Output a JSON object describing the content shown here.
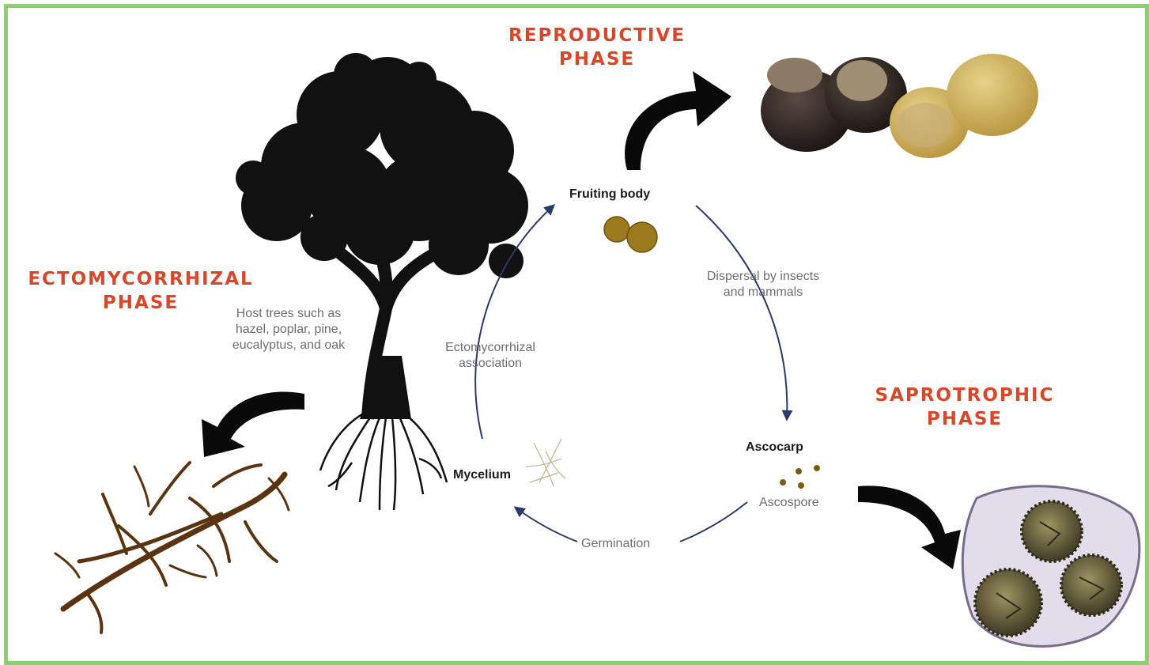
{
  "phases": {
    "reproductive_line1": "REPRODUCTIVE",
    "reproductive_line2": "PHASE",
    "ectomycorrhizal_line1": "ECTOMYCORRHIZAL",
    "ectomycorrhizal_line2": "PHASE",
    "saprotrophic_line1": "SAPROTROPHIC",
    "saprotrophic_line2": "PHASE"
  },
  "host_trees": {
    "line1": "Host trees such as",
    "line2": "hazel, poplar, pine,",
    "line3": "eucalyptus, and oak"
  },
  "cycle": {
    "fruiting_body": "Fruiting body",
    "dispersal_line1": "Dispersal by insects",
    "dispersal_line2": "and mammals",
    "ascocarp": "Ascocarp",
    "ascospore": "Ascospore",
    "germination": "Germination",
    "mycelium": "Mycelium",
    "ecto_line1": "Ectomycorrhizal",
    "ecto_line2": "association"
  },
  "colors": {
    "phase_title": "#d9472b",
    "frame_border": "#82d46b",
    "cycle_arrow": "#2b3a6b",
    "fungus_gold": "#9b7a1f"
  },
  "icons": [
    "tree-silhouette",
    "truffle-photo",
    "mycorrhizal-root",
    "ascocarp-micrograph",
    "mycelium-sketch",
    "spore-dots",
    "curved-black-arrow"
  ]
}
